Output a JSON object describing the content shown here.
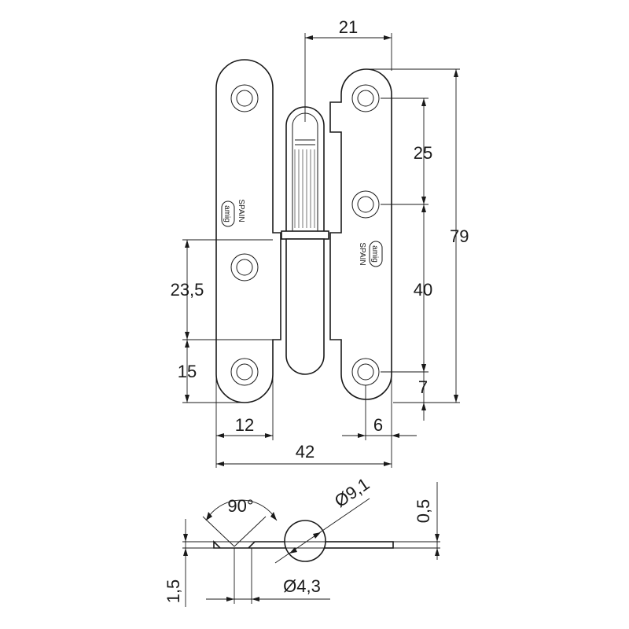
{
  "dimensions": {
    "top_width": "21",
    "spacing_top": "25",
    "overall_height": "79",
    "hole_spacing_left": "23,5",
    "spacing_right": "40",
    "left_bottom": "15",
    "right_bottom": "7",
    "left_width": "12",
    "right_offset": "6",
    "overall_width": "42",
    "angle": "90°",
    "pin_diameter": "Ø9,1",
    "thickness_top": "0,5",
    "thickness": "1,5",
    "hole_diameter": "Ø4,3"
  },
  "markings": {
    "origin_left": "SPAIN",
    "origin_right": "SPAIN",
    "brand_logo": "amig"
  }
}
